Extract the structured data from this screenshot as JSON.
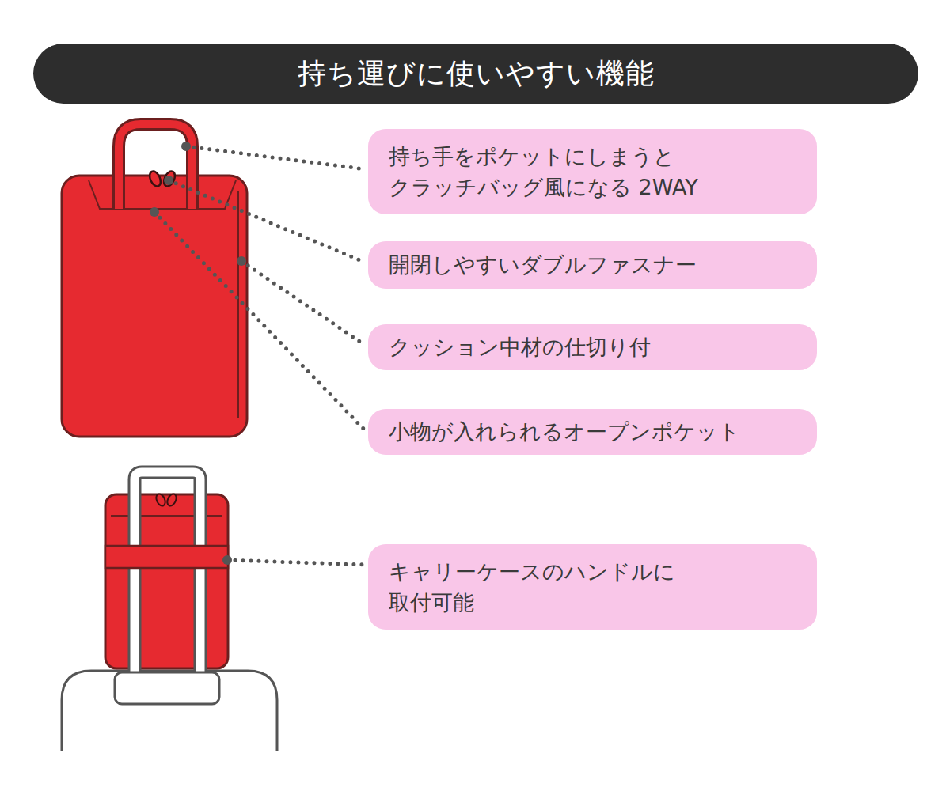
{
  "diagram": {
    "title": "持ち運びに使いやすい機能",
    "nodes": [
      {
        "text": [
          "持ち手をポケットにしまうと クラッチバッグ風になる 2WAY"
        ]
      },
      {
        "text": [
          "開閉しやすいダブルファスナー"
        ]
      },
      {
        "text": [
          "クッション中材の仕切り付"
        ]
      },
      {
        "text": [
          "小物が入れられるオープンポケット"
        ]
      },
      {
        "text": [
          "キャリーケースのハンドルに 取付可能"
        ]
      }
    ]
  }
}
